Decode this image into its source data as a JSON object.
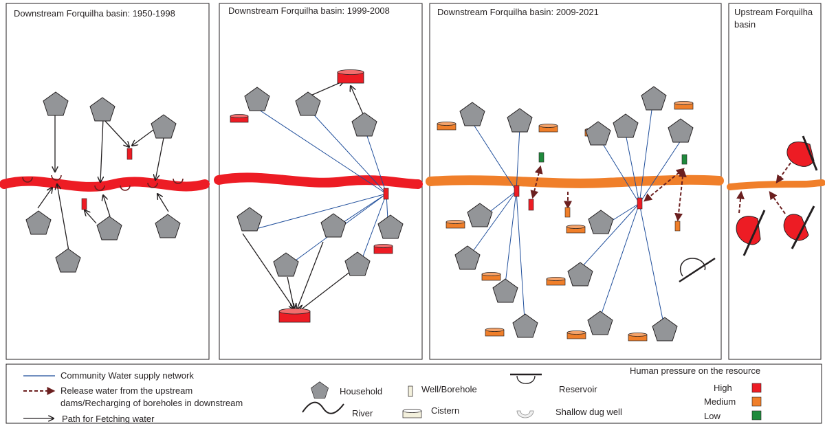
{
  "panels": [
    {
      "title": "Downstream Forquilha basin: 1950-1998"
    },
    {
      "title": "Downstream Forquilha basin: 1999-2008"
    },
    {
      "title": "Downstream Forquilha basin: 2009-2021"
    },
    {
      "title_line1": "Upstream Forquilha",
      "title_line2": "basin"
    }
  ],
  "legend": {
    "network": "Community Water supply network",
    "release_line1": "Release water from the upstream",
    "release_line2": "dams/Recharging of boreholes in downstream",
    "path": "Path for Fetching water",
    "household": "Household",
    "river": "River",
    "well": "Well/Borehole",
    "cistern": "Cistern",
    "reservoir": "Reservoir",
    "shallow_well": "Shallow dug well",
    "pressure_title": "Human pressure on  the resource",
    "pressure_levels": [
      {
        "label": "High",
        "color": "#ed1c24"
      },
      {
        "label": "Medium",
        "color": "#f07f2a"
      },
      {
        "label": "Low",
        "color": "#1f8a3c"
      }
    ]
  },
  "colors": {
    "river_high": "#ed1c24",
    "river_medium": "#f07f2a",
    "household": "#939598",
    "network_line": "#1f4e9b",
    "release_arrow": "#6b1f1f",
    "path_arrow": "#231f20"
  }
}
